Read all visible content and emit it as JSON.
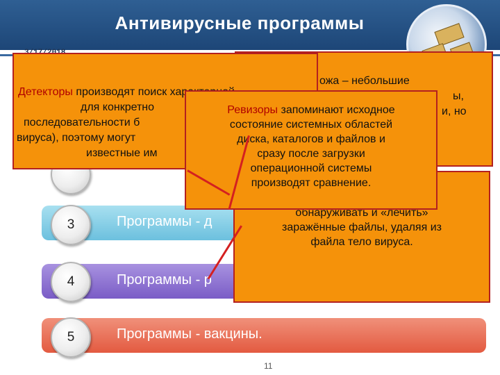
{
  "slide": {
    "title": "Антивирусные программы",
    "date": "3/17/2018",
    "page_number": "11"
  },
  "list": [
    {
      "number": "3",
      "label": "Программы - д"
    },
    {
      "number": "4",
      "label": "Программы - р"
    },
    {
      "number": "5",
      "label": "Программы - вакцины."
    }
  ],
  "callouts": {
    "detectors": {
      "keyword": "Детекторы",
      "line1": "производят поиск характерной",
      "line2": "для конкретно",
      "line3": "последовательности б",
      "line4": "вируса), поэтому могут",
      "line5": "известные им"
    },
    "back_box": {
      "line1": "ожа – небольшие",
      "line2": "ы,",
      "line3": "и, но"
    },
    "revisors": {
      "keyword": "Ревизоры",
      "line1": "запоминают исходное",
      "line2": "состояние системных областей",
      "line3": "диска, каталогов и файлов и",
      "line4": "сразу после загрузки",
      "line5": "операционной системы",
      "line6": "производят сравнение."
    },
    "doctors": {
      "line1": "обнаруживать и «лечить»",
      "line2": "заражённые файлы, удаляя из",
      "line3": "файла тело вируса."
    }
  },
  "colors": {
    "header": "#2f5f93",
    "callout_fill": "#f5920a",
    "callout_border": "#b32020",
    "keyword": "#b00000",
    "row3": "#7ccbe4",
    "row4": "#8c6fd0",
    "row5": "#e8674f"
  }
}
